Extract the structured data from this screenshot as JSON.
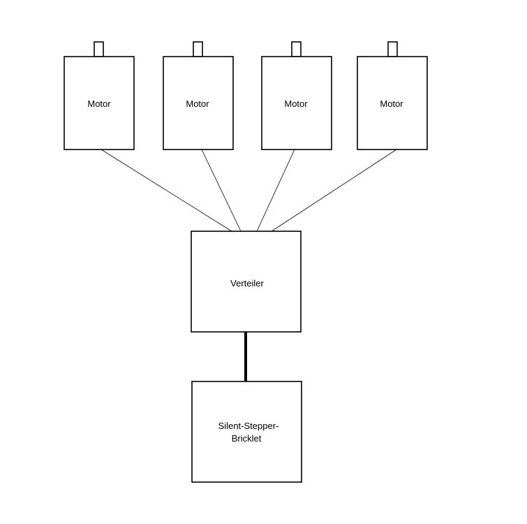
{
  "motors": [
    {
      "label": "Motor"
    },
    {
      "label": "Motor"
    },
    {
      "label": "Motor"
    },
    {
      "label": "Motor"
    }
  ],
  "distributor": {
    "label": "Verteiler"
  },
  "bricklet": {
    "line1": "Silent-Stepper-",
    "line2": "Bricklet"
  },
  "colors": {
    "stroke": "#000000",
    "fill": "#ffffff"
  }
}
